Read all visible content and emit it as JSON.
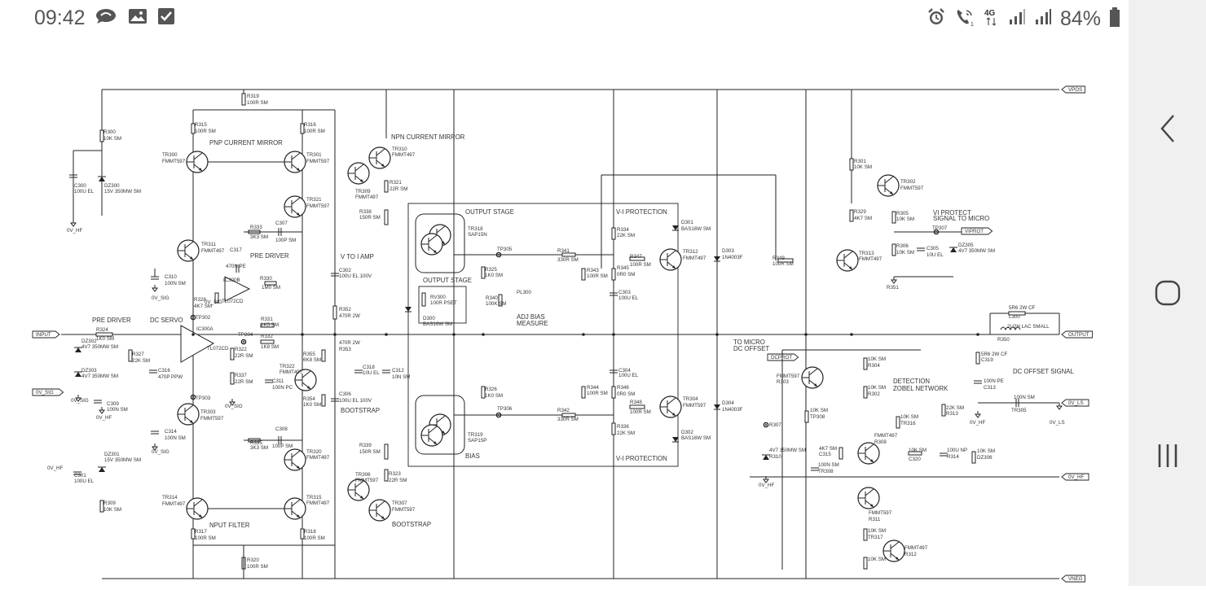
{
  "status_bar": {
    "time": "09:42",
    "left_icons": [
      "chat-bubble-icon",
      "image-icon",
      "checkbox-icon"
    ],
    "right_icons": [
      "alarm-icon",
      "wifi-call-icon",
      "4g-icon",
      "signal-icon",
      "signal-icon",
      "battery-icon"
    ],
    "network": "4G",
    "battery": "84%"
  },
  "nav": {
    "back_icon": "back-chevron-icon",
    "home_icon": "home-icon",
    "recents_icon": "recents-icon"
  },
  "schematic": {
    "rails": {
      "vpos": "VPOS",
      "vneg": "VNEG",
      "input": "INPUT",
      "output": "OUTPUT",
      "ov_sig": "0V_SIG",
      "ov_ls": "0V_LS",
      "ov_hf": "0V_HF",
      "dcprot": "DCPROT",
      "viprot": "VIPROT"
    },
    "section_titles": [
      "PNP CURRENT MIRROR",
      "NPN CURRENT MIRROR",
      "PRE DRIVER",
      "PRE DRIVER",
      "DC SERVO",
      "NPUT FILTER",
      "V TO I AMP",
      "BOOTSTRAP",
      "BOOTSTRAP",
      "OUTPUT STAGE",
      "OUTPUT STAGE",
      "ADJ BIAS",
      "MEASURE",
      "BIAS",
      "V-I PROTECTION",
      "V-I PROTECTION",
      "VI PROTECT",
      "SIGNAL TO MICRO",
      "DC OFFSET SIGNAL",
      "TO MICRO",
      "DC OFFSET",
      "DETECTION",
      "ZOBEL NETWORK"
    ],
    "labels": [
      "R319",
      "100R SM",
      "R315",
      "100R SM",
      "R316",
      "100R SM",
      "R300",
      "10K SM",
      "TR300",
      "FMMT597",
      "TR301",
      "FMMT597",
      "TR310",
      "FMMT497",
      "TR309",
      "FMMT497",
      "R321",
      "22R SM",
      "TR321",
      "FMMT597",
      "R338",
      "150R SM",
      "R333",
      "3K3 SM",
      "C307",
      "100P SM",
      "C300",
      "100U EL",
      "DZ300",
      "15V 350MW SM",
      "0V_HF",
      "TR311",
      "FMMT497",
      "C317",
      "470N PE",
      "IC300B",
      "TL072CD",
      "R330",
      "1M0 SM",
      "R328",
      "4K7 SM",
      "C310",
      "100N SM",
      "0V_SIG",
      "TP302",
      "R324",
      "1K0 SM",
      "DZ302",
      "4V7 350MW SM",
      "R327",
      "22K SM",
      "DZ303",
      "4V7 350MW SM",
      "C316",
      "470P PPW",
      "IC300A",
      "TL072CD",
      "TP304",
      "R331",
      "1K5 SM",
      "R332",
      "1K8 SM",
      "R322",
      "22R SM",
      "R337",
      "22R SM",
      "C309",
      "100N SM",
      "TP303",
      "TR303",
      "FMMT597",
      "C314",
      "100N SM",
      "R335",
      "3K3 SM",
      "C308",
      "100P SM",
      "TR320",
      "FMMT497",
      "DZ301",
      "15V 350MW SM",
      "C301",
      "100U EL",
      "R309",
      "10K SM",
      "TR314",
      "FMMT497",
      "TR315",
      "FMMT497",
      "R317",
      "100R SM",
      "R318",
      "100R SM",
      "R320",
      "100R SM",
      "R355",
      "6K8 SM",
      "TR322",
      "FMMT497",
      "C311",
      "100N PC",
      "R354",
      "1K0 SM",
      "C302",
      "100U EL 100V",
      "R352",
      "470R 2W",
      "470R 2W",
      "R353",
      "C318",
      "10U EL",
      "C312",
      "10N SM",
      "C306",
      "100U EL 100V",
      "R339",
      "150R SM",
      "TR306",
      "FMMT597",
      "R323",
      "22R SM",
      "TR307",
      "FMMT597",
      "TR318",
      "SAP15N",
      "TP305",
      "R341",
      "330R SM",
      "R325",
      "1K0 SM",
      "RV300",
      "100R PSET",
      "R340",
      "100K SM",
      "PL300",
      "D300",
      "BAS16W SM",
      "TR319",
      "SAP15P",
      "TP306",
      "R342",
      "330R SM",
      "R326",
      "1K0 SM",
      "R334",
      "22K SM",
      "D301",
      "BAS16W SM",
      "R347",
      "100R SM",
      "TR312",
      "FMMT497",
      "R343",
      "100R SM",
      "R345",
      "0R0 SM",
      "C303",
      "100U EL",
      "D303",
      "1N4003F",
      "C304",
      "100U EL",
      "R344",
      "100R SM",
      "R346",
      "0R0 SM",
      "R348",
      "100R SM",
      "TR304",
      "FMMT597",
      "R336",
      "22K SM",
      "D302",
      "BAS16W SM",
      "D304",
      "1N4003F",
      "R349",
      "100R SM",
      "R301",
      "10K SM",
      "TR302",
      "FMMT597",
      "R329",
      "4K7 SM",
      "R305",
      "10K SM",
      "TR313",
      "FMMT497",
      "TP307",
      "R306",
      "10K SM",
      "C305",
      "10U EL",
      "DZ305",
      "4V7 350MW SM",
      "R351",
      "5R6 2W CF",
      "L300",
      "2U2H LAC SMALL",
      "R350",
      "5R6 2W CF",
      "C319",
      "100N PE",
      "C313",
      "100N SM",
      "TR305",
      "FMMT597",
      "R303",
      "10K SM",
      "R304",
      "10K SM",
      "R302",
      "10K SM",
      "TP308",
      "R307",
      "10K SM",
      "TR316",
      "FMMT497",
      "R308",
      "22K SM",
      "R313",
      "10K SM",
      "C320",
      "100U NP",
      "R314",
      "10K SM",
      "DZ306",
      "4V7 350MW SM",
      "R310",
      "4K7 SM",
      "C315",
      "100N SM",
      "TR308",
      "FMMT597",
      "R311",
      "10K SM",
      "TR317",
      "FMMT497",
      "R312",
      "10K SM"
    ]
  }
}
